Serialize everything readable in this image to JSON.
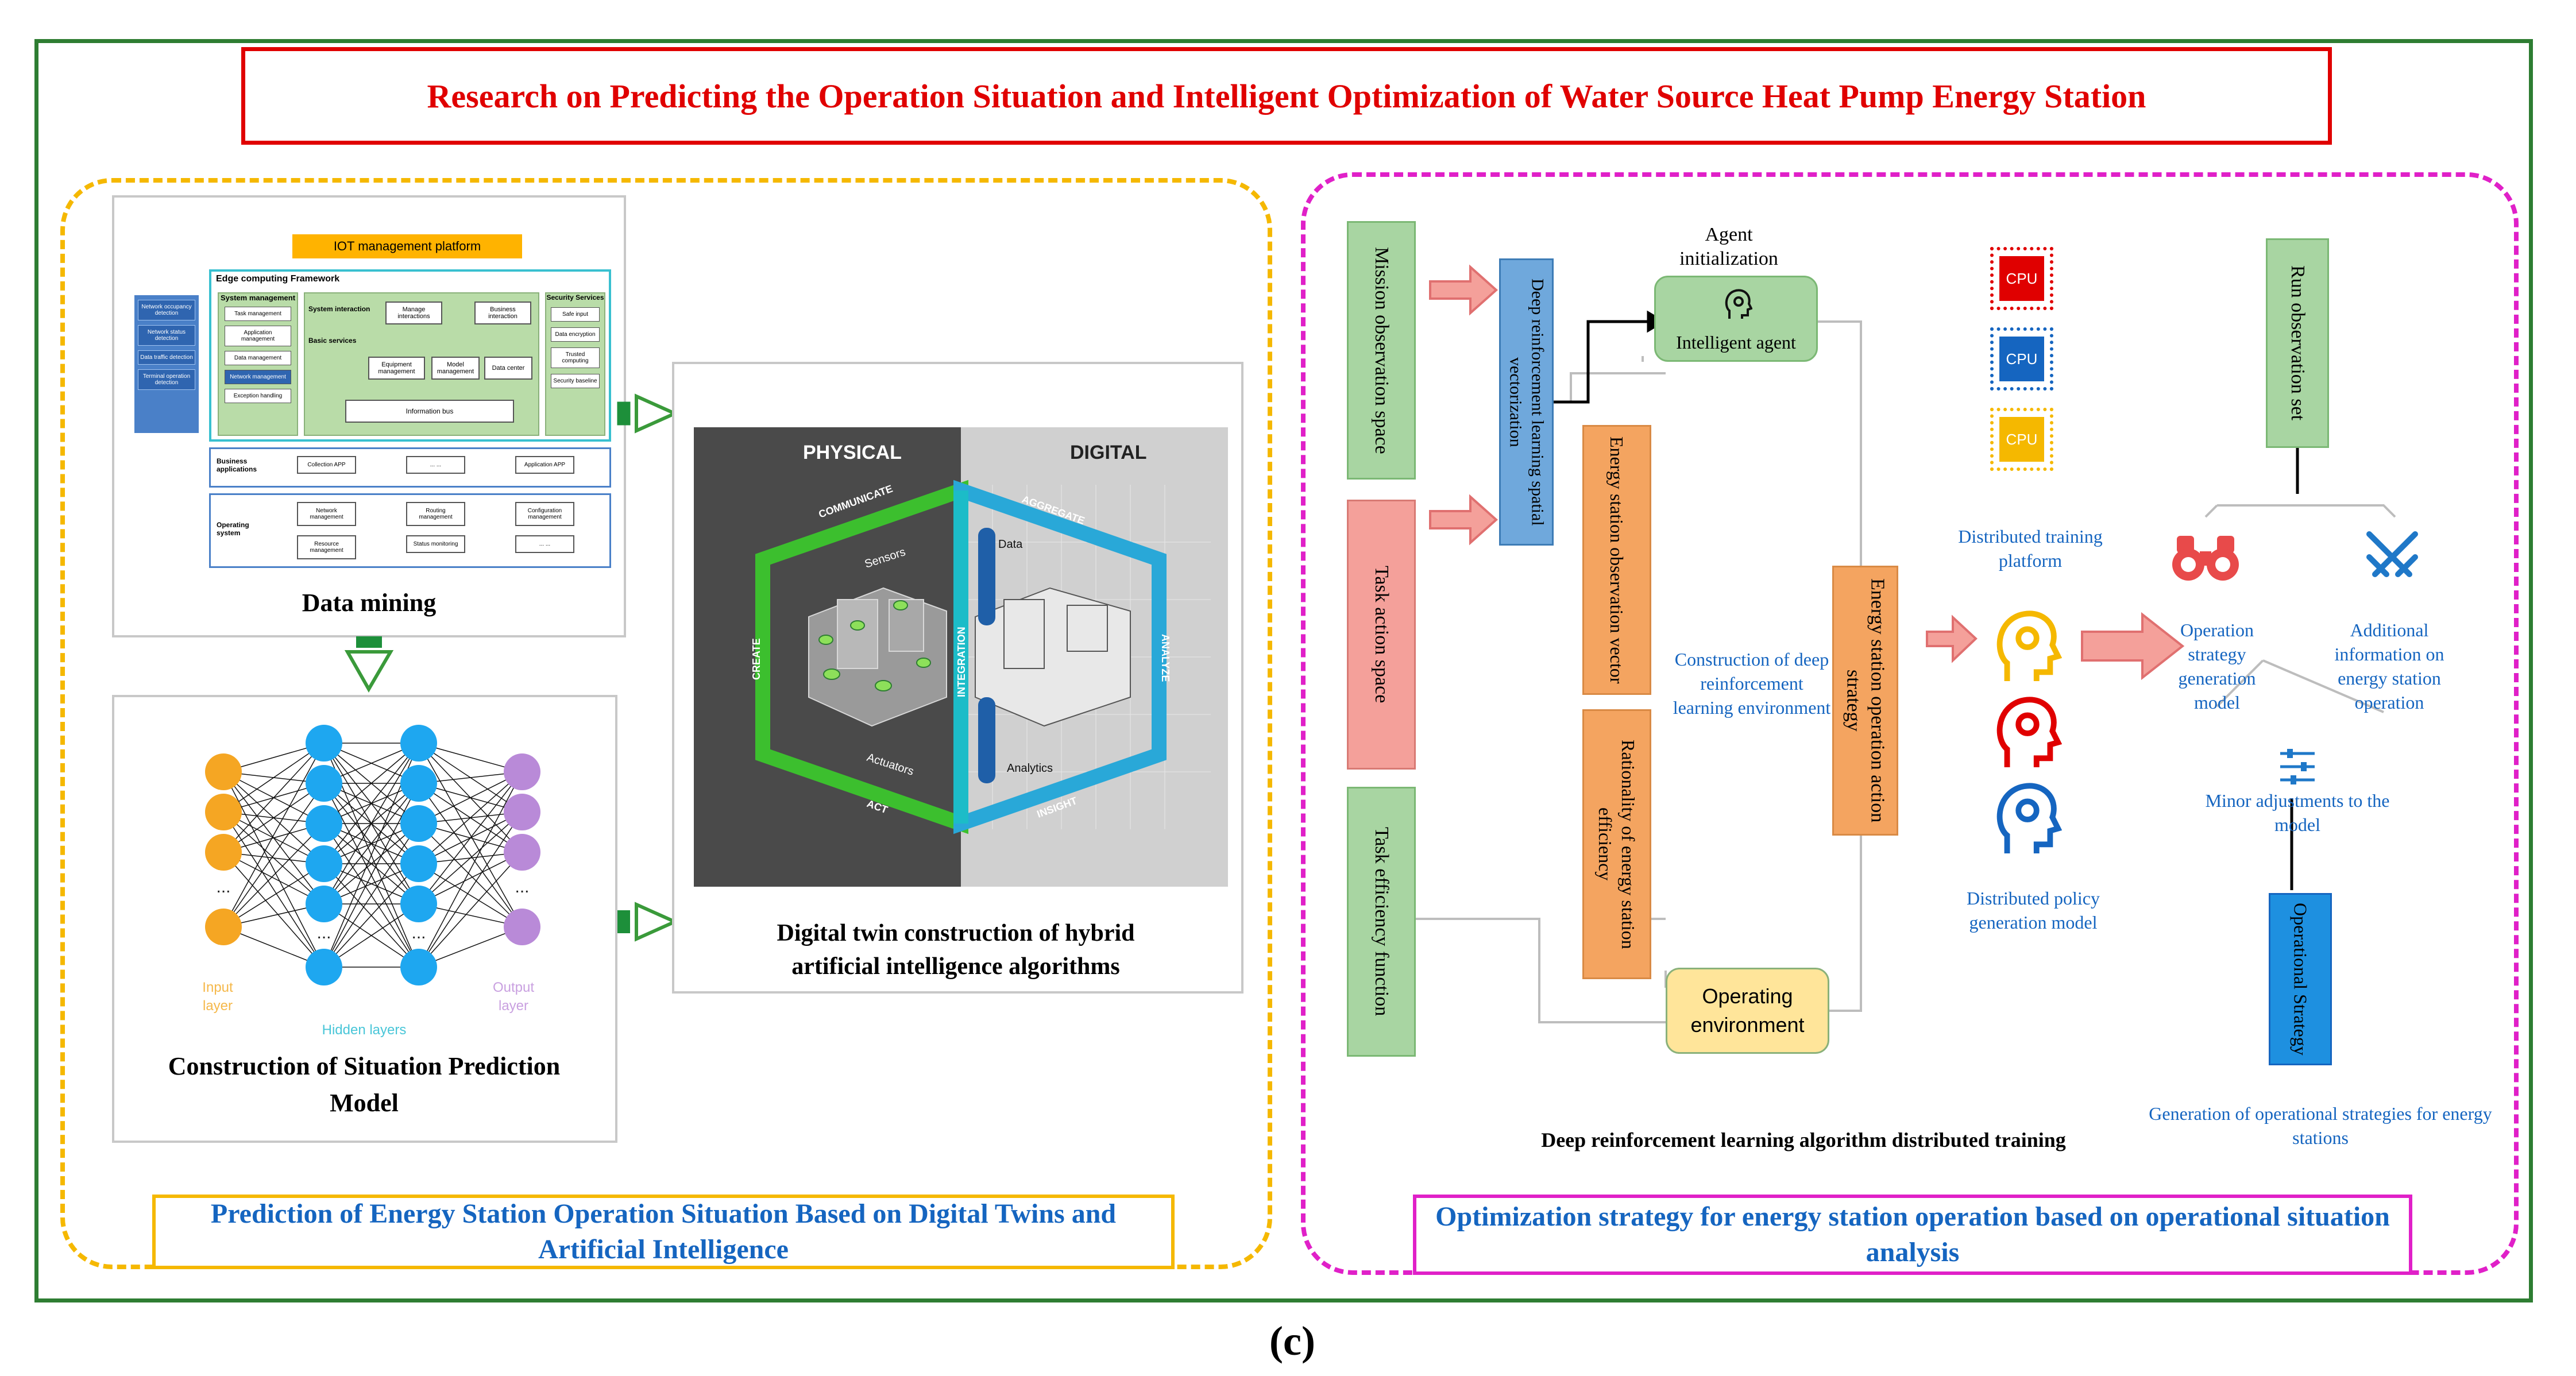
{
  "main_title": "Research on Predicting the Operation Situation and Intelligent Optimization of Water Source Heat Pump Energy Station",
  "figure_label": "(c)",
  "colors": {
    "outer_border": "#2e7d32",
    "title_border": "#e00000",
    "title_text": "#e00000",
    "left_dash": "#f5b800",
    "right_dash": "#e020c8",
    "blue_text": "#1565c0",
    "arrow_fill": "#f08080",
    "green_box": "#a8d5a2",
    "blue_box": "#6fa8dc",
    "orange_box": "#f4a460",
    "pink_box": "#f4a09a"
  },
  "left_panel": {
    "footer_title": "Prediction of Energy Station Operation Situation Based on Digital Twins and Artificial Intelligence",
    "data_mining": {
      "caption": "Data mining",
      "iot_title": "IOT management platform",
      "edge_title": "Edge computing Framework",
      "left_items": [
        "Network occupancy detection",
        "Network status detection",
        "Data traffic detection",
        "Terminal operation detection"
      ],
      "system_management_title": "System management",
      "system_management_items": [
        "Task management",
        "Application management",
        "Data management",
        "Network management",
        "Exception handling"
      ],
      "system_interaction": "System interaction",
      "manage_interactions": "Manage interactions",
      "business_interaction": "Business interaction",
      "basic_services": "Basic services",
      "equipment_management": "Equipment management",
      "model_management": "Model management",
      "data_center": "Data center",
      "information_bus": "Information bus",
      "security_title": "Security Services",
      "security_items": [
        "Safe input",
        "Data encryption",
        "Trusted computing",
        "Security baseline"
      ],
      "business_applications": "Business applications",
      "business_apps": [
        "Collection APP",
        "... ...",
        "Application APP"
      ],
      "operating_system": "Operating system",
      "os_row1": [
        "Network management",
        "Routing management",
        "Configuration management"
      ],
      "os_row2": [
        "Resource management",
        "Status monitoring",
        "... ..."
      ]
    },
    "nn": {
      "caption": "Construction of Situation Prediction Model",
      "input_label": "Input\nlayer",
      "hidden_label": "Hidden layers",
      "output_label": "Output\nlayer",
      "ellipsis": "..."
    },
    "digital_twin": {
      "caption": "Digital twin construction of hybrid artificial intelligence algorithms",
      "physical": "PHYSICAL",
      "digital": "DIGITAL",
      "communicate": "COMMUNICATE",
      "aggregate": "AGGREGATE",
      "create": "CREATE",
      "analyze": "ANALYZE",
      "act": "ACT",
      "insight": "INSIGHT",
      "integration": "INTEGRATION",
      "sensors": "Sensors",
      "actuators": "Actuators",
      "data": "Data",
      "analytics": "Analytics"
    }
  },
  "right_panel": {
    "footer_title": "Optimization strategy for energy station operation based on operational situation analysis",
    "mission_obs": "Mission observation space",
    "task_action": "Task action space",
    "task_eff": "Task efficiency function",
    "drl_vector": "Deep reinforcement learning spatial vectorization",
    "agent_init": "Agent initialization",
    "intelligent_agent": "Intelligent agent",
    "es_obs_vector": "Energy station observation vector",
    "rationality": "Rationality of energy station efficiency",
    "operating_env": "Operating environment",
    "construction_drl": "Construction of deep reinforcement learning environment",
    "es_action_strategy": "Energy station operation action strategy",
    "cpu_label": "CPU",
    "dist_training_platform": "Distributed training platform",
    "dist_policy": "Distributed policy generation model",
    "drl_caption": "Deep reinforcement learning algorithm distributed training",
    "run_obs_set": "Run observation set",
    "op_strategy_gen": "Operation strategy generation model",
    "additional_info": "Additional information on energy station operation",
    "minor_adjust": "Minor adjustments to the model",
    "operational_strategy": "Operational Strategy",
    "gen_strategies": "Generation of operational strategies for energy stations",
    "cpu_colors": [
      "#e00000",
      "#1565c0",
      "#f5b800"
    ],
    "head_colors": [
      "#f5b800",
      "#e00000",
      "#1565c0"
    ]
  }
}
